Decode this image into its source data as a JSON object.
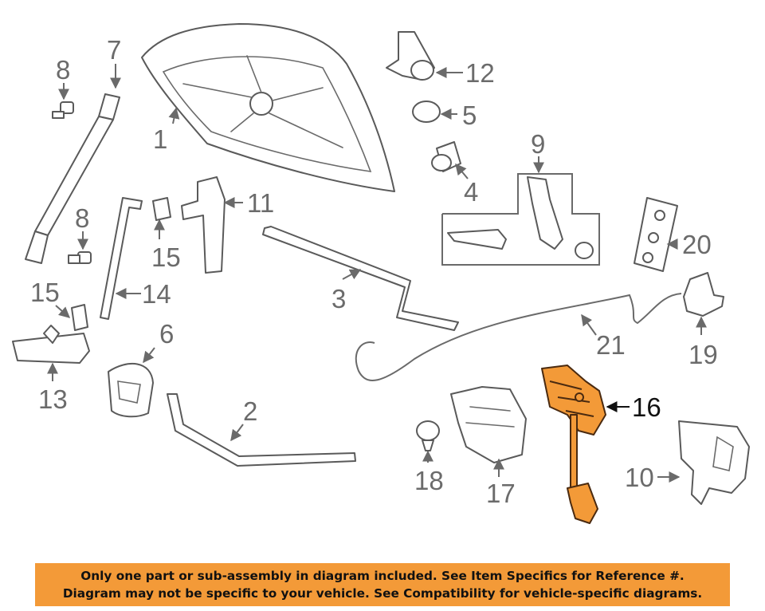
{
  "callouts": {
    "c1": "1",
    "c2": "2",
    "c3": "3",
    "c4": "4",
    "c5": "5",
    "c6": "6",
    "c7": "7",
    "c8a": "8",
    "c8b": "8",
    "c9": "9",
    "c10": "10",
    "c11": "11",
    "c12": "12",
    "c13": "13",
    "c14": "14",
    "c15a": "15",
    "c15b": "15",
    "c16": "16",
    "c17": "17",
    "c18": "18",
    "c19": "19",
    "c20": "20",
    "c21": "21"
  },
  "highlighted_part": "16",
  "colors": {
    "highlight": "#f39a38",
    "outline": "#5a5a5a",
    "callout_text": "#6b6b6b"
  },
  "banner": {
    "line1": "Only one part or sub-assembly in diagram included. See Item Specifics for Reference #.",
    "line2": "Diagram may not be specific to your vehicle. See Compatibility for vehicle-specific diagrams."
  }
}
